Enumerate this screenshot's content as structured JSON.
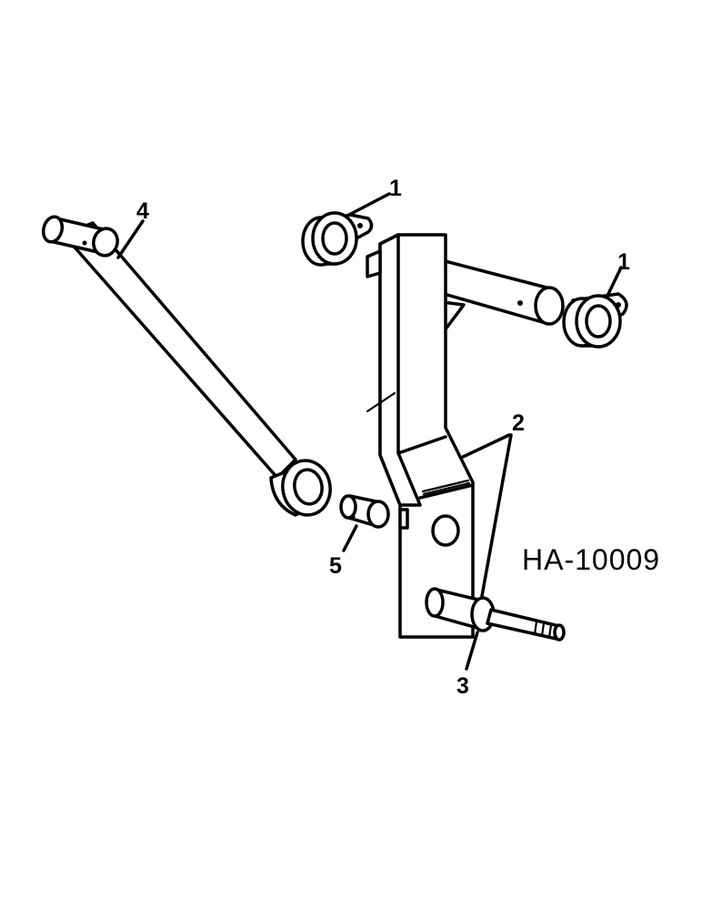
{
  "figure_code": "HA-10009",
  "callouts": {
    "bushing_top": "1",
    "bushing_right": "1",
    "arm": "2",
    "spindle": "3",
    "rod": "4",
    "bushing_small": "5"
  }
}
